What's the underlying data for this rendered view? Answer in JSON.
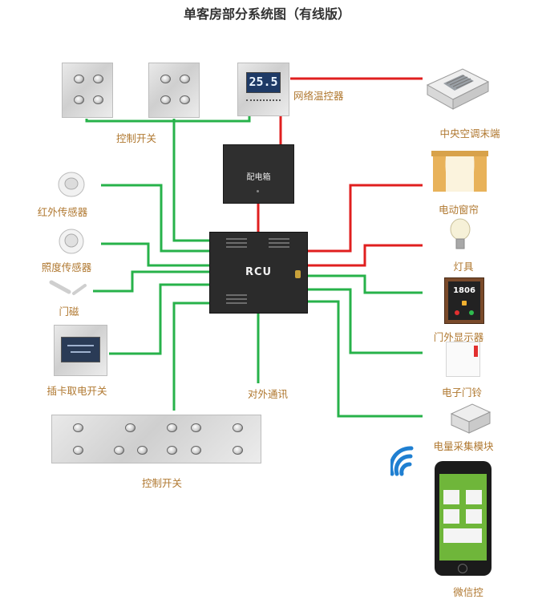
{
  "title": "单客房部分系统图（有线版）",
  "colors": {
    "wire_control": "#27b24a",
    "wire_power": "#e01f1f",
    "label": "#b07830",
    "title": "#333333"
  },
  "nodes": {
    "rcu": "RCU",
    "distribution_box": "配电箱",
    "thermostat_display": "25.5",
    "door_display_number": "1806"
  },
  "labels": {
    "control_switch_top": "控制开关",
    "thermostat": "网络温控器",
    "central_ac": "中央空调末端",
    "ir_sensor": "红外传感器",
    "curtain": "电动窗帘",
    "light_sensor": "照度传感器",
    "lamp": "灯具",
    "door_magnet": "门磁",
    "door_display": "门外显示器",
    "card_switch": "插卡取电开关",
    "external_comm": "对外通讯",
    "doorbell": "电子门铃",
    "control_switch_bottom": "控制开关",
    "energy_module": "电量采集模块",
    "wechat": "微信控"
  }
}
